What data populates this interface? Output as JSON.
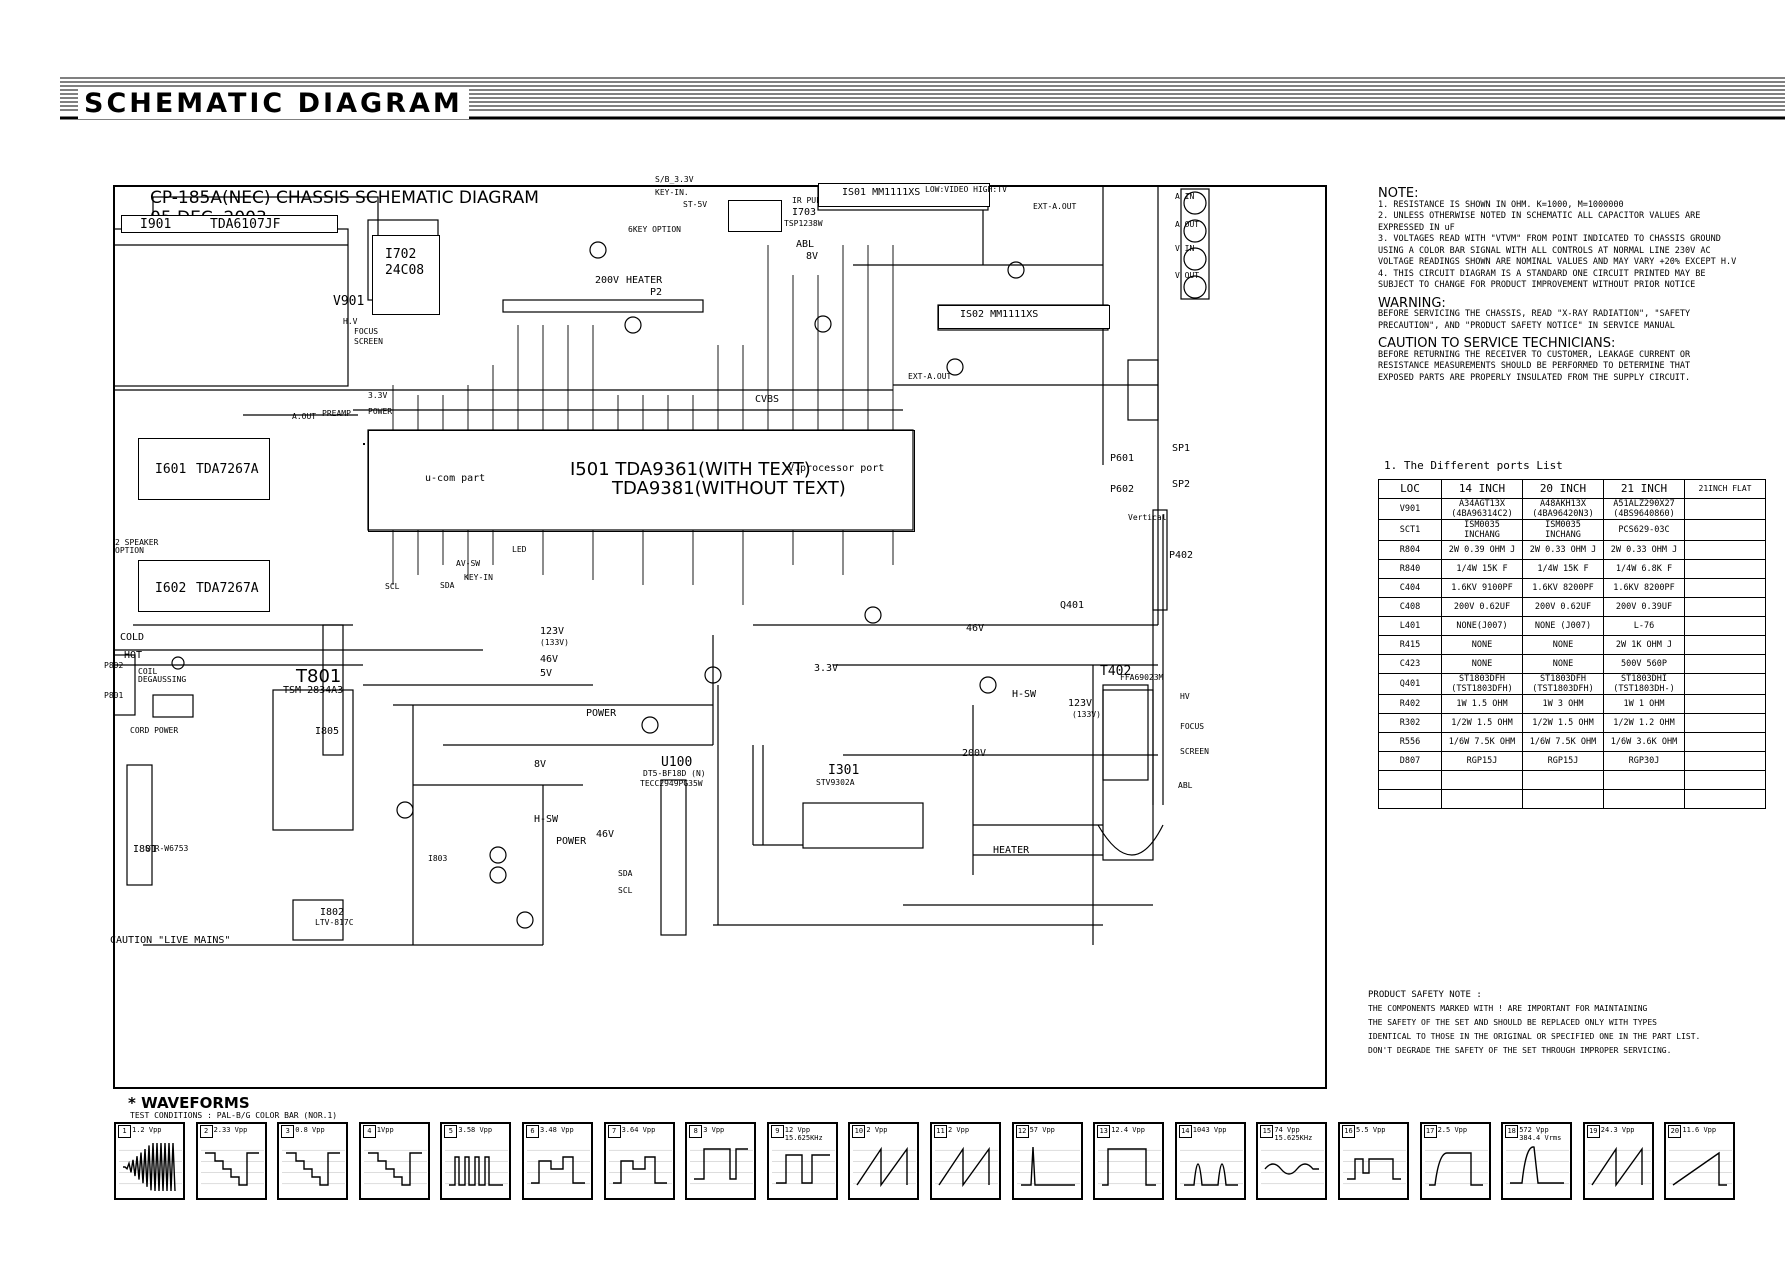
{
  "header": {
    "title": "SCHEMATIC DIAGRAM"
  },
  "schematic": {
    "title_line1": "CP-185A(NEC) CHASSIS SCHEMATIC DIAGRAM",
    "title_line2": "05.DEC. 2003",
    "ic": {
      "i901": "I901",
      "i901_part": "TDA6107JF",
      "i702": "I702",
      "i702_part": "24C08",
      "i703": "I703",
      "i703_part": "TSP1238W",
      "i501_1": "I501 TDA9361(WITH TEXT)",
      "i501_2": "TDA9381(WITHOUT TEXT)",
      "ucom": "u-com part",
      "vproc": "V.processor port",
      "i601": "I601",
      "i601_part": "TDA7267A",
      "i602": "I602",
      "i602_part": "TDA7267A",
      "is01": "IS01 MM1111XS",
      "is02": "IS02 MM1111XS",
      "t801": "T801",
      "t801_part": "TSM-2834A3",
      "i301": "I301",
      "i301_part": "STV9302A",
      "u100": "U100",
      "u100_part1": "DT5-BF18D (N)",
      "u100_part2": "TECC2949PG35W",
      "t402": "T402",
      "t402_part": "FFA69023M",
      "i805": "I805",
      "i801": "I801",
      "i801_part": "STR-W6753",
      "i802": "I802",
      "i802_part": "LTV-817C",
      "i803": "I803"
    },
    "labels": {
      "v901": "V901",
      "hv": "H.V",
      "focus": "FOCUS",
      "screen": "SCREEN",
      "cold": "COLD",
      "hot": "HOT",
      "caution_mains": "CAUTION \"LIVE MAINS\"",
      "coil_degaussing": "COIL DEGAUSSING",
      "cord_power": "CORD POWER",
      "speaker_option": "2 SPEAKER OPTION",
      "preamp": "PREAMP",
      "power": "POWER",
      "aout": "A.OUT",
      "v33": "3.3V",
      "v8": "8V",
      "v5": "5V",
      "v46": "46V",
      "v123": "123V",
      "v123b": "(133V)",
      "v200": "200V",
      "heater": "HEATER",
      "hsw": "H-SW",
      "abl": "ABL",
      "ext_aout": "EXT-A.OUT",
      "ain": "A IN",
      "aout2": "A OUT",
      "vin": "V IN",
      "vout": "V OUT",
      "sp1": "SP1",
      "sp2": "SP2",
      "p601": "P601",
      "p602": "P602",
      "p402": "P402",
      "p802": "P802",
      "p801": "P801",
      "cvbs": "CVBS",
      "sda": "SDA",
      "scl": "SCL",
      "keyin": "KEY-IN",
      "sb33": "S/B_3.3V",
      "keyin2": "KEY-IN.",
      "st5v": "ST-5V",
      "key6": "6KEY OPTION",
      "p2": "P2",
      "heater_p2": "HEATER",
      "led": "LED",
      "vertical": "Vertical",
      "avsw": "AV-SW",
      "q401": "Q401",
      "hv2": "HV",
      "focus2": "FOCUS",
      "screen2": "SCREEN",
      "abl2": "ABL",
      "lowvideo": "LOW:VIDEO HIGH:TV",
      "ipulse": "IR PULSE",
      "v8b": "8V"
    }
  },
  "notes": {
    "note_title": "NOTE:",
    "note_lines": [
      "1. RESISTANCE IS SHOWN IN OHM.  K=1000,  M=1000000",
      "2. UNLESS OTHERWISE NOTED IN SCHEMATIC ALL CAPACITOR VALUES ARE",
      "   EXPRESSED IN uF",
      "3. VOLTAGES READ WITH \"VTVM\" FROM POINT INDICATED TO CHASSIS GROUND",
      "   USING A COLOR BAR SIGNAL WITH ALL CONTROLS AT NORMAL LINE 230V AC",
      "   VOLTAGE READINGS SHOWN ARE NOMINAL VALUES AND MAY VARY +20% EXCEPT H.V",
      "4. THIS CIRCUIT DIAGRAM IS A STANDARD ONE CIRCUIT PRINTED MAY BE",
      "   SUBJECT TO CHANGE FOR PRODUCT IMPROVEMENT WITHOUT PRIOR NOTICE"
    ],
    "warning_title": "WARNING:",
    "warning_lines": [
      "BEFORE SERVICING THE CHASSIS, READ \"X-RAY RADIATION\", \"SAFETY",
      "PRECAUTION\", AND \"PRODUCT SAFETY NOTICE\" IN SERVICE MANUAL"
    ],
    "caution_title": "CAUTION TO SERVICE TECHNICIANS:",
    "caution_lines": [
      "BEFORE RETURNING THE RECEIVER TO CUSTOMER, LEAKAGE CURRENT OR",
      "RESISTANCE MEASUREMENTS SHOULD BE PERFORMED TO DETERMINE THAT",
      "EXPOSED PARTS ARE PROPERLY INSULATED FROM THE SUPPLY CIRCUIT."
    ]
  },
  "ports": {
    "title": "1. The Different ports List",
    "headers": [
      "LOC",
      "14 INCH",
      "20 INCH",
      "21 INCH",
      "21INCH FLAT"
    ],
    "rows": [
      [
        "V901",
        "A34AGT13X (4BA96314C2)",
        "A48AKH13X (4BA96420N3)",
        "A51ALZ290X27 (4BS9640860)",
        ""
      ],
      [
        "SCT1",
        "ISM0035 INCHANG",
        "ISM0035 INCHANG",
        "PCS629-03C",
        ""
      ],
      [
        "R804",
        "2W 0.39 OHM J",
        "2W 0.33 OHM J",
        "2W 0.33 OHM J",
        ""
      ],
      [
        "R840",
        "1/4W 15K F",
        "1/4W 15K F",
        "1/4W 6.8K F",
        ""
      ],
      [
        "C404",
        "1.6KV 9100PF",
        "1.6KV 8200PF",
        "1.6KV 8200PF",
        ""
      ],
      [
        "C408",
        "200V 0.62UF",
        "200V 0.62UF",
        "200V 0.39UF",
        ""
      ],
      [
        "L401",
        "NONE(J007)",
        "NONE (J007)",
        "L-76",
        ""
      ],
      [
        "R415",
        "NONE",
        "NONE",
        "2W 1K OHM J",
        ""
      ],
      [
        "C423",
        "NONE",
        "NONE",
        "500V 560P",
        ""
      ],
      [
        "Q401",
        "ST1803DFH (TST1803DFH)",
        "ST1803DFH (TST1803DFH)",
        "ST1803DHI (TST1803DH-)",
        ""
      ],
      [
        "R402",
        "1W 1.5 OHM",
        "1W 3 OHM",
        "1W 1 OHM",
        ""
      ],
      [
        "R302",
        "1/2W 1.5 OHM",
        "1/2W 1.5 OHM",
        "1/2W 1.2 OHM",
        ""
      ],
      [
        "R556",
        "1/6W 7.5K OHM",
        "1/6W 7.5K OHM",
        "1/6W 3.6K OHM",
        ""
      ],
      [
        "D807",
        "RGP15J",
        "RGP15J",
        "RGP30J",
        ""
      ],
      [
        "",
        "",
        "",
        "",
        ""
      ],
      [
        "",
        "",
        "",
        "",
        ""
      ]
    ]
  },
  "safety": {
    "title": "PRODUCT SAFETY NOTE :",
    "lines": [
      "THE COMPONENTS MARKED WITH  !  ARE IMPORTANT FOR MAINTAINING",
      "THE SAFETY OF THE SET AND SHOULD BE REPLACED ONLY WITH TYPES",
      "IDENTICAL TO THOSE IN THE ORIGINAL OR SPECIFIED ONE IN THE PART LIST.",
      "DON'T DEGRADE THE SAFETY OF THE SET THROUGH IMPROPER SERVICING."
    ]
  },
  "waveforms": {
    "title": "* WAVEFORMS",
    "conditions": "TEST CONDITIONS : PAL-B/G COLOR BAR (NOR.1)",
    "items": [
      {
        "num": "1",
        "vpp": "1.2 Vpp",
        "shape": "burst"
      },
      {
        "num": "2",
        "vpp": "2.33 Vpp",
        "shape": "stairs"
      },
      {
        "num": "3",
        "vpp": "0.8 Vpp",
        "shape": "stairs"
      },
      {
        "num": "4",
        "vpp": "1Vpp",
        "shape": "stairs"
      },
      {
        "num": "5",
        "vpp": "3.58 Vpp",
        "shape": "bars"
      },
      {
        "num": "6",
        "vpp": "3.48 Vpp",
        "shape": "steps"
      },
      {
        "num": "7",
        "vpp": "3.64 Vpp",
        "shape": "steps"
      },
      {
        "num": "8",
        "vpp": "3 Vpp",
        "shape": "pulse"
      },
      {
        "num": "9",
        "vpp": "12 Vpp",
        "shape": "square",
        "extra": "15.625KHz"
      },
      {
        "num": "10",
        "vpp": "2 Vpp",
        "shape": "saw"
      },
      {
        "num": "11",
        "vpp": "2 Vpp",
        "shape": "saw"
      },
      {
        "num": "12",
        "vpp": "57 Vpp",
        "shape": "spike"
      },
      {
        "num": "13",
        "vpp": "12.4 Vpp",
        "shape": "dash"
      },
      {
        "num": "14",
        "vpp": "1043 Vpp",
        "shape": "hump"
      },
      {
        "num": "15",
        "vpp": "74 Vpp",
        "shape": "wave",
        "extra": "15.625KHz"
      },
      {
        "num": "16",
        "vpp": "5.5 Vpp",
        "shape": "notch"
      },
      {
        "num": "17",
        "vpp": "2.5 Vpp",
        "shape": "block"
      },
      {
        "num": "18",
        "vpp": "572 Vpp",
        "shape": "hpulse",
        "extra": "384.4 Vrms"
      },
      {
        "num": "19",
        "vpp": "24.3 Vpp",
        "shape": "saw"
      },
      {
        "num": "20",
        "vpp": "11.6 Vpp",
        "shape": "ramp"
      }
    ]
  }
}
